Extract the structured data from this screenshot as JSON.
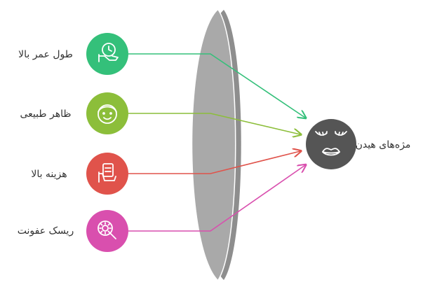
{
  "factors": [
    {
      "label": "طول عمر بالا",
      "icon": "clock-hand-icon",
      "color": "#34c07a"
    },
    {
      "label": "ظاهر طبیعی",
      "icon": "smiling-face-icon",
      "color": "#8cbe3a"
    },
    {
      "label": "هزینه بالا",
      "icon": "money-hand-icon",
      "color": "#e0534b"
    },
    {
      "label": "ریسک عفونت",
      "icon": "virus-magnifier-icon",
      "color": "#d94fae"
    }
  ],
  "target": {
    "label": "مژه‌های هیدن",
    "icon": "face-lashes-icon",
    "color": "#555555"
  },
  "lens": {
    "color": "#9a9a9a"
  }
}
